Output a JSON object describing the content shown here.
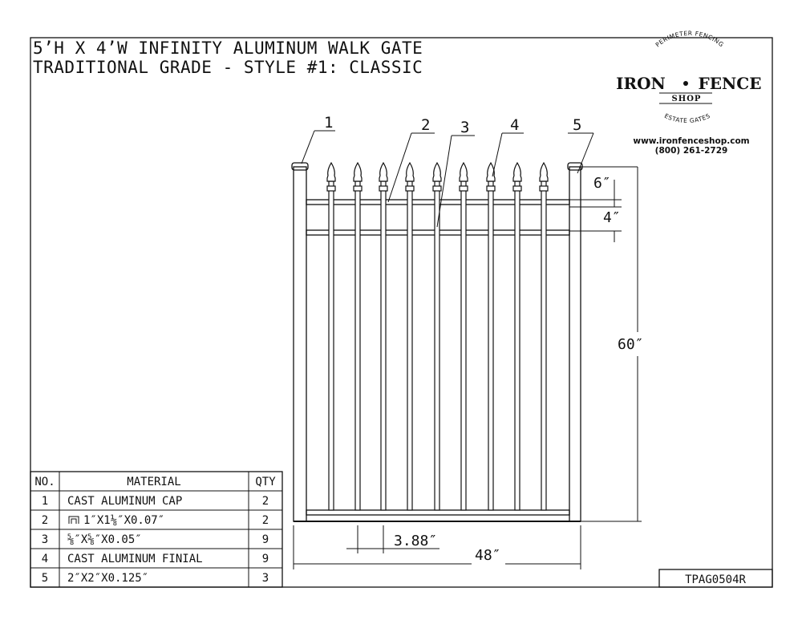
{
  "title": {
    "line1": "5’H X 4’W INFINITY ALUMINUM WALK GATE",
    "line2": "TRADITIONAL GRADE - STYLE #1: CLASSIC"
  },
  "logo": {
    "arc_top": "PERIMETER FENCING",
    "name_left": "IRON",
    "name_right": "FENCE",
    "shop": "SHOP",
    "arc_bottom": "ESTATE GATES",
    "website": "www.ironfenceshop.com",
    "phone": "(800) 261-2729"
  },
  "callouts": [
    "1",
    "2",
    "3",
    "4",
    "5"
  ],
  "dimensions": {
    "finial_height": "6″",
    "rail_spacing": "4″",
    "height": "60″",
    "picket_spacing": "3.88″",
    "width": "48″"
  },
  "table": {
    "headers": [
      "NO.",
      "MATERIAL",
      "QTY"
    ],
    "rows": [
      {
        "no": "1",
        "material": "CAST ALUMINUM CAP",
        "qty": "2"
      },
      {
        "no": "2",
        "material": "1″X1⅛″X0.07″",
        "qty": "2"
      },
      {
        "no": "3",
        "material": "⅝″X⅝″X0.05″",
        "qty": "9"
      },
      {
        "no": "4",
        "material": "CAST ALUMINUM FINIAL",
        "qty": "9"
      },
      {
        "no": "5",
        "material": "2″X2″X0.125″",
        "qty": "3"
      }
    ]
  },
  "drawing_number": "TPAG0504R"
}
